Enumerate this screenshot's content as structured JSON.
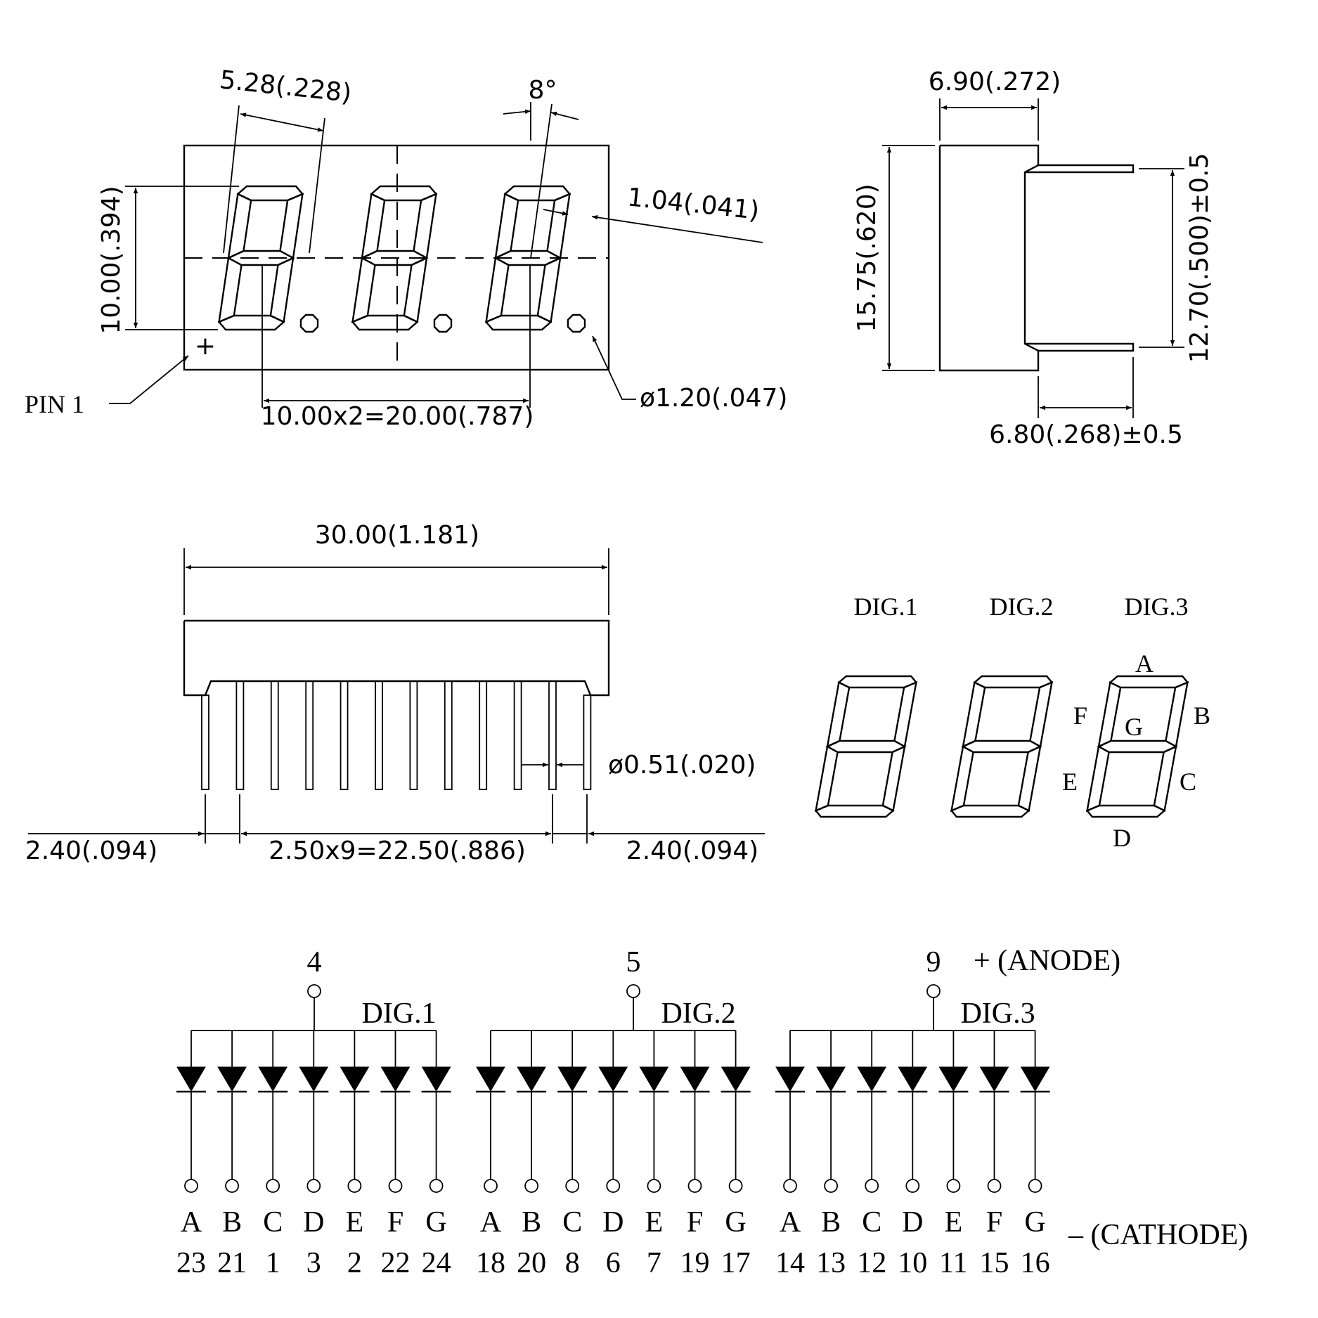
{
  "front_view": {
    "digit_width_label": "5.28(.228)",
    "slant_angle_label": "8°",
    "segment_width_label": "1.04(.041)",
    "digit_height_label": "10.00(.394)",
    "pin1_label": "PIN 1",
    "digit_pitch_label": "10.00x2=20.00(.787)",
    "dp_diameter_label": "ø1.20(.047)"
  },
  "side_view": {
    "depth_label": "6.90(.272)",
    "height_label": "15.75(.620)",
    "row_spacing_label": "12.70(.500)±0.5",
    "pin_length_label": "6.80(.268)±0.5"
  },
  "bottom_view": {
    "length_label": "30.00(1.181)",
    "pin_diameter_label": "ø0.51(.020)",
    "left_offset_label": "2.40(.094)",
    "pin_pitch_label": "2.50x9=22.50(.886)",
    "right_offset_label": "2.40(.094)",
    "pin_count": 12
  },
  "segment_diagram": {
    "digits": [
      "DIG.1",
      "DIG.2",
      "DIG.3"
    ],
    "segment_labels": {
      "A": "A",
      "B": "B",
      "C": "C",
      "D": "D",
      "E": "E",
      "F": "F",
      "G": "G"
    }
  },
  "schematic": {
    "anode_label": "+ (ANODE)",
    "cathode_label": "– (CATHODE)",
    "groups": [
      {
        "name": "DIG.1",
        "anode_pin": "4",
        "segments": [
          "A",
          "B",
          "C",
          "D",
          "E",
          "F",
          "G"
        ],
        "pins": [
          "23",
          "21",
          "1",
          "3",
          "2",
          "22",
          "24"
        ]
      },
      {
        "name": "DIG.2",
        "anode_pin": "5",
        "segments": [
          "A",
          "B",
          "C",
          "D",
          "E",
          "F",
          "G"
        ],
        "pins": [
          "18",
          "20",
          "8",
          "6",
          "7",
          "19",
          "17"
        ]
      },
      {
        "name": "DIG.3",
        "anode_pin": "9",
        "segments": [
          "A",
          "B",
          "C",
          "D",
          "E",
          "F",
          "G"
        ],
        "pins": [
          "14",
          "13",
          "12",
          "10",
          "11",
          "15",
          "16"
        ]
      }
    ]
  }
}
